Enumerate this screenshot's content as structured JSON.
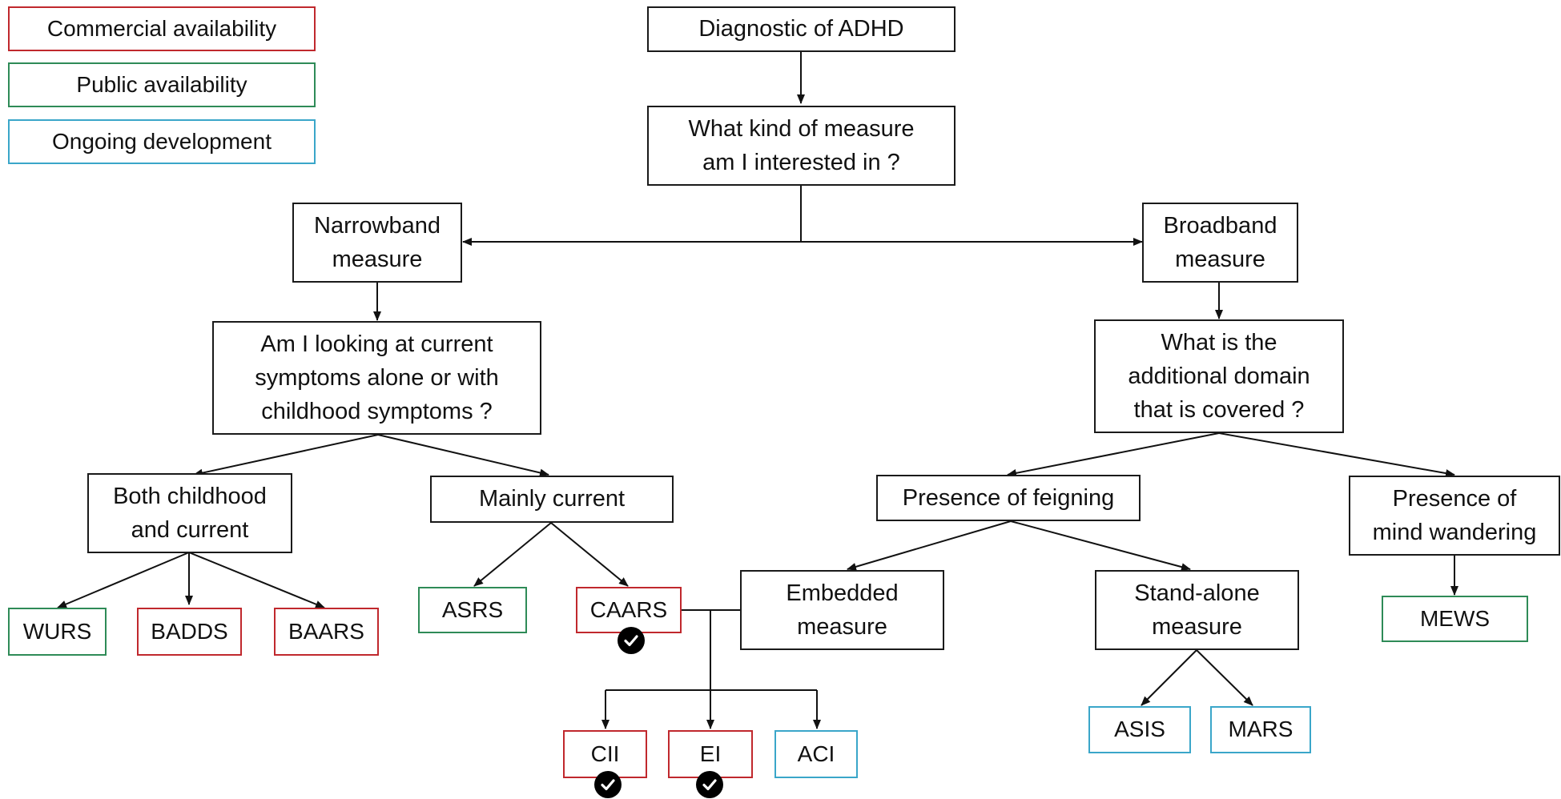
{
  "legend": {
    "commercial": "Commercial availability",
    "public": "Public availability",
    "ongoing": "Ongoing development"
  },
  "colors": {
    "commercial": "#c0282d",
    "public": "#2e8b57",
    "ongoing": "#3aa6c9",
    "decision": "#1a1a1a"
  },
  "nodes": {
    "diagnostic": "Diagnostic of ADHD",
    "measure_question": "What kind of measure\nam I interested in ?",
    "narrowband": "Narrowband\nmeasure",
    "broadband": "Broadband\nmeasure",
    "symptoms_question": "Am I looking at current\nsymptoms alone or with\nchildhood symptoms ?",
    "domain_question": "What is the\nadditional domain\nthat is covered ?",
    "both_childhood": "Both childhood\nand current",
    "mainly_current": "Mainly current",
    "feigning": "Presence of feigning",
    "mind_wandering": "Presence of\nmind wandering",
    "embedded": "Embedded\nmeasure",
    "standalone": "Stand-alone\nmeasure"
  },
  "instruments": {
    "wurs": "WURS",
    "badds": "BADDS",
    "baars": "BAARS",
    "asrs": "ASRS",
    "caars": "CAARS",
    "cii": "CII",
    "ei": "EI",
    "aci": "ACI",
    "asis": "ASIS",
    "mars": "MARS",
    "mews": "MEWS"
  },
  "check_icon": "checkmark-circle-icon"
}
